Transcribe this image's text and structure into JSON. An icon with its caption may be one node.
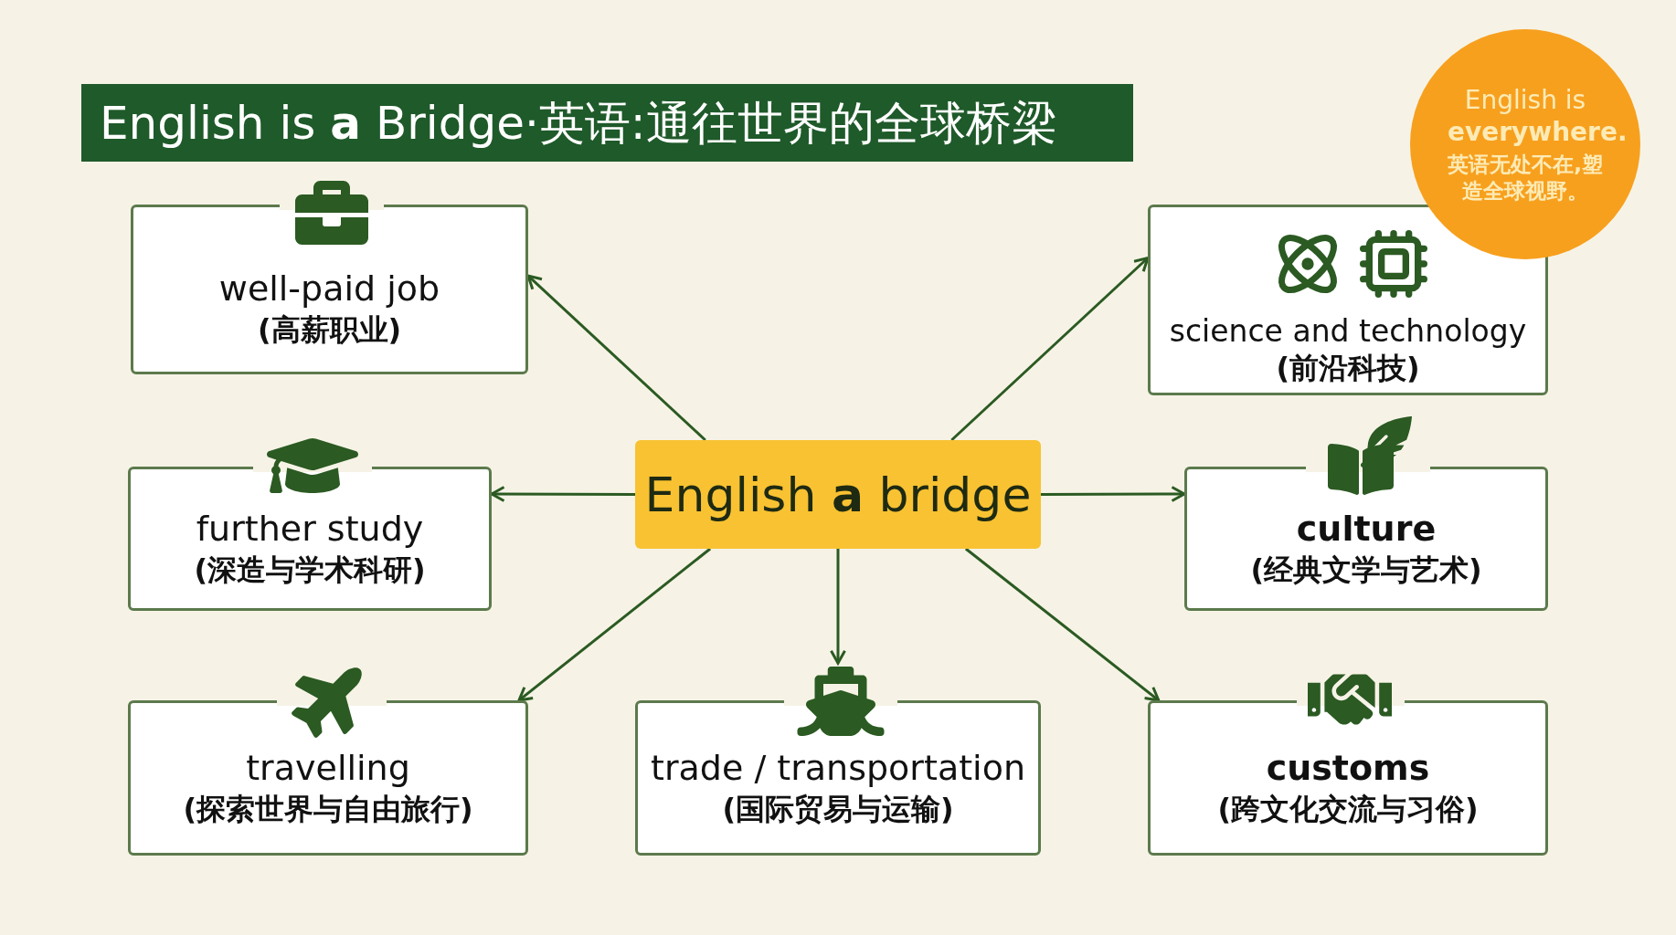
{
  "diagram": {
    "title": "English is **a** Bridge·英语:通往世界的全球桥梁",
    "nodes": [
      {
        "text": [
          "well-paid job",
          "(高薪职业)"
        ]
      },
      {
        "text": [
          "science and technology",
          "(前沿科技)"
        ]
      },
      {
        "text": [
          "further study",
          "(深造与学术科研)"
        ]
      },
      {
        "text": [
          "English **a** bridge"
        ]
      },
      {
        "text": [
          "culture",
          "(经典文学与艺术)"
        ]
      },
      {
        "text": [
          "travelling",
          "(探索世界与自由旅行)"
        ]
      },
      {
        "text": [
          "trade / transportation",
          "(国际贸易与运输)"
        ]
      },
      {
        "text": [
          "customs",
          "(跨文化交流与习俗)"
        ]
      },
      {
        "text": [
          "English is **everywhere.**",
          "英语无处不在,塑造全球视野。"
        ]
      }
    ],
    "edges": [
      {
        "from": 3,
        "to": 0,
        "arrow": "to"
      },
      {
        "from": 3,
        "to": 1,
        "arrow": "to"
      },
      {
        "from": 3,
        "to": 2,
        "arrow": "to"
      },
      {
        "from": 3,
        "to": 4,
        "arrow": "to"
      },
      {
        "from": 3,
        "to": 5,
        "arrow": "to"
      },
      {
        "from": 3,
        "to": 6,
        "arrow": "to"
      },
      {
        "from": 3,
        "to": 7,
        "arrow": "to"
      }
    ]
  }
}
